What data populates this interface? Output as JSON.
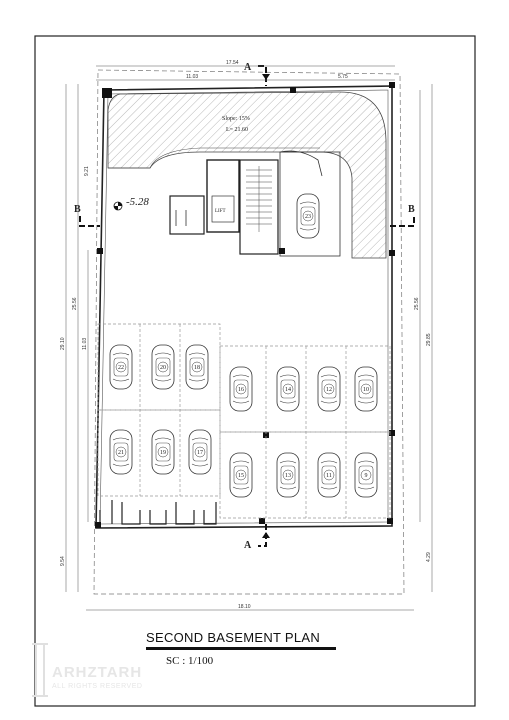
{
  "drawing": {
    "title": "SECOND BASEMENT PLAN",
    "scale": "SC :  1/100",
    "logo_text": "ARHZTARH",
    "logo_sub": "ALL RIGHTS RESERVED"
  },
  "ramp": {
    "slope": "Slope: 15%",
    "length": "L= 21.60"
  },
  "level": "-5.28",
  "lift_label": "LIFT",
  "section_markers": [
    "A",
    "A",
    "B",
    "B"
  ],
  "dimensions": {
    "top_total": "17.54",
    "top_left": "11.03",
    "top_right": "5.75",
    "bottom_total": "18.10",
    "left_outer": "29.10",
    "left_upper": "9.21",
    "left_mid": "25.56",
    "left_inner": "11.03",
    "left_lower": "9.54",
    "right_mid": "25.56",
    "right_outer": "29.85",
    "right_lower": "4.29"
  },
  "parking_spaces": [
    "22",
    "20",
    "18",
    "21",
    "19",
    "17",
    "16",
    "14",
    "12",
    "10",
    "15",
    "13",
    "11",
    "9",
    "23"
  ]
}
